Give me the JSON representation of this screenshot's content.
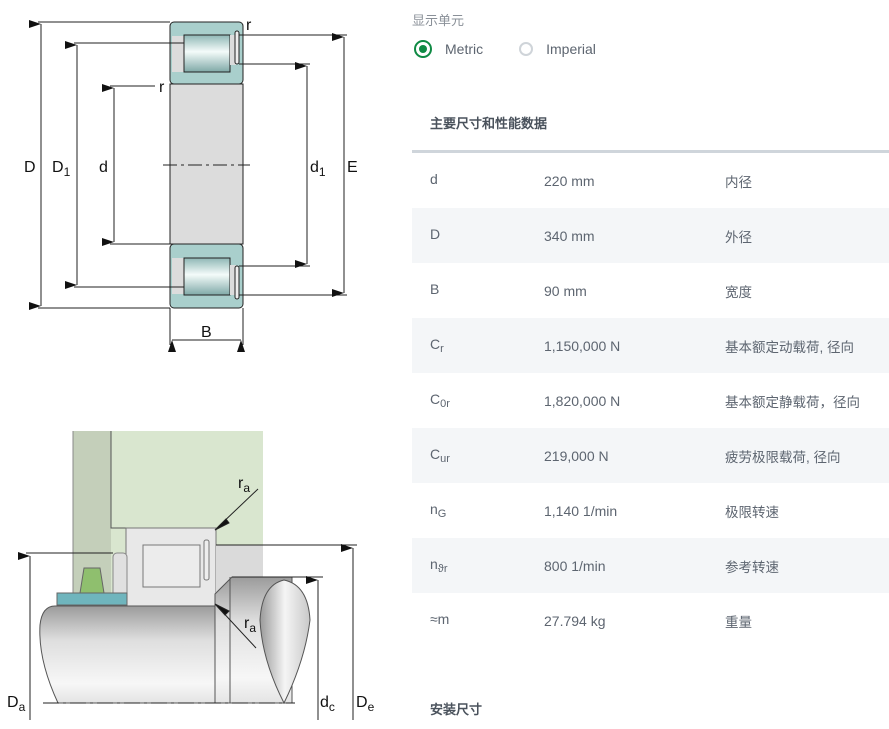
{
  "diagram_top": {
    "labels": {
      "D": "D",
      "D1_main": "D",
      "D1_sub": "1",
      "d": "d",
      "d1_main": "d",
      "d1_sub": "1",
      "E": "E",
      "B": "B",
      "r_top": "r",
      "r_inner": "r"
    }
  },
  "diagram_bottom": {
    "labels": {
      "ra_top_main": "r",
      "ra_top_sub": "a",
      "ra_bottom_main": "r",
      "ra_bottom_sub": "a",
      "Da_main": "D",
      "Da_sub": "a",
      "dc_main": "d",
      "dc_sub": "c",
      "De_main": "D",
      "De_sub": "e"
    }
  },
  "units": {
    "label": "显示单元",
    "options": [
      {
        "label": "Metric",
        "checked": true
      },
      {
        "label": "Imperial",
        "checked": false
      }
    ],
    "accent_color": "#0f8a44"
  },
  "main_section": {
    "title": "主要尺寸和性能数据",
    "rows": [
      {
        "sym": "d",
        "sub": "",
        "value": "220 mm",
        "desc": "内径"
      },
      {
        "sym": "D",
        "sub": "",
        "value": "340 mm",
        "desc": "外径"
      },
      {
        "sym": "B",
        "sub": "",
        "value": "90 mm",
        "desc": "宽度"
      },
      {
        "sym": "C",
        "sub": "r",
        "value": "1,150,000 N",
        "desc": "基本额定动载荷, 径向"
      },
      {
        "sym": "C",
        "sub": "0r",
        "value": "1,820,000 N",
        "desc": "基本额定静载荷，径向"
      },
      {
        "sym": "C",
        "sub": "ur",
        "value": "219,000 N",
        "desc": "疲劳极限载荷, 径向"
      },
      {
        "sym": "n",
        "sub": "G",
        "value": "1,140 1/min",
        "desc": "极限转速"
      },
      {
        "sym": "n",
        "sub": "ϑr",
        "value": "800 1/min",
        "desc": "参考转速"
      },
      {
        "sym": "≈m",
        "sub": "",
        "value": "27.794 kg",
        "desc": "重量"
      }
    ]
  },
  "mounting_section": {
    "title": "安装尺寸"
  }
}
